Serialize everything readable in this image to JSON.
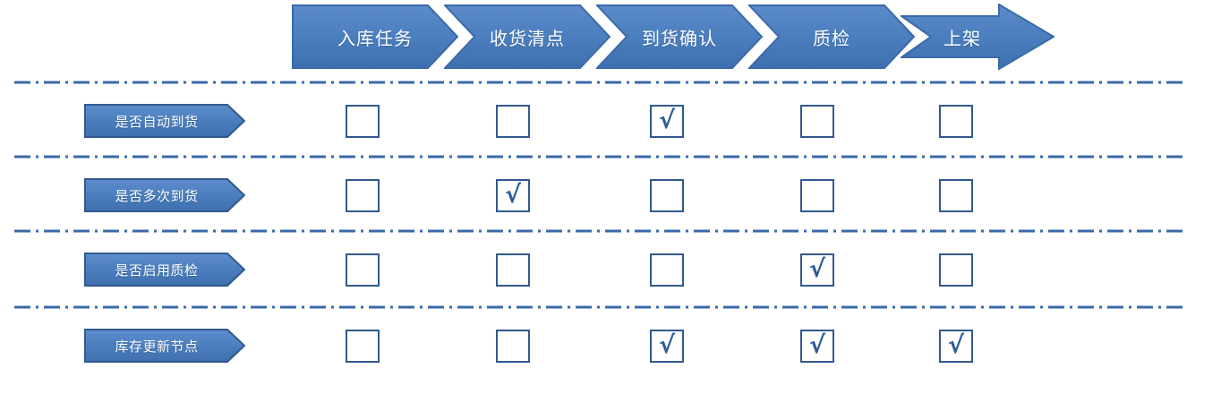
{
  "diagram": {
    "title_colors": {
      "chevron_fill": "#4a7dbd",
      "chevron_fill_dark": "#3e6ca8",
      "chevron_stroke": "#3a6aa8",
      "tag_fill": "#4a7dbd",
      "tag_stroke": "#31598e",
      "checkbox_border": "#31598e",
      "check_color": "#2e5c96",
      "separator_color": "#3a6aa8",
      "text_color": "#ffffff"
    },
    "process_steps": [
      {
        "id": "step-ruku-renwu",
        "label": "入库任务"
      },
      {
        "id": "step-shouhuo-qd",
        "label": "收货清点"
      },
      {
        "id": "step-daohuo-qr",
        "label": "到货确认"
      },
      {
        "id": "step-zhijian",
        "label": "质检"
      },
      {
        "id": "step-shangjia",
        "label": "上架"
      }
    ],
    "rows": [
      {
        "id": "row-auto-arrival",
        "label": "是否自动到货",
        "checks": [
          false,
          false,
          true,
          false,
          false
        ]
      },
      {
        "id": "row-multi-arrival",
        "label": "是否多次到货",
        "checks": [
          false,
          true,
          false,
          false,
          false
        ]
      },
      {
        "id": "row-enable-qc",
        "label": "是否启用质检",
        "checks": [
          false,
          false,
          false,
          true,
          false
        ]
      },
      {
        "id": "row-inventory-update-node",
        "label": "库存更新节点",
        "checks": [
          false,
          false,
          true,
          true,
          true
        ]
      }
    ],
    "check_glyph": "√",
    "column_centers": [
      405,
      573,
      745,
      913,
      1068
    ],
    "row_tops": [
      116,
      199,
      282,
      367
    ],
    "separator_tops": [
      90,
      173,
      256,
      341
    ]
  }
}
